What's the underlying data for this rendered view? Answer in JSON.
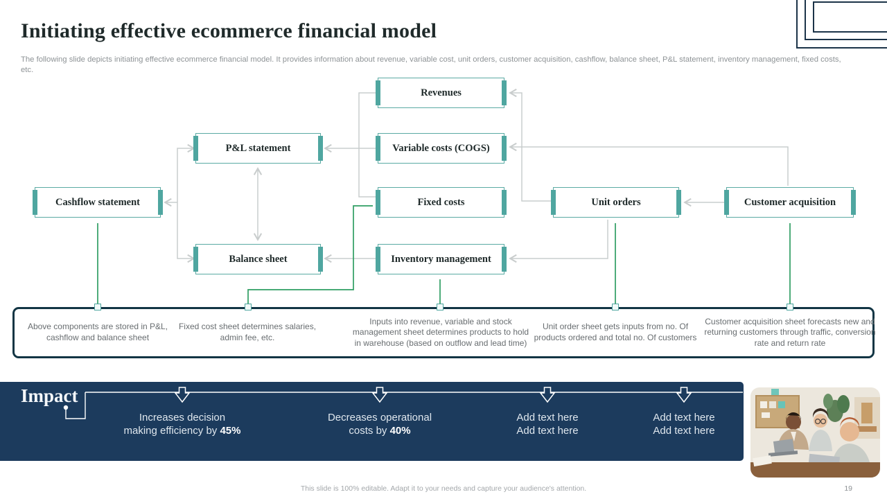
{
  "slide": {
    "title": "Initiating effective ecommerce financial model",
    "subtitle": "The following slide depicts initiating effective ecommerce financial model. It provides information about revenue, variable cost, unit orders, customer acquisition, cashflow, balance sheet, P&L statement, inventory management, fixed costs, etc.",
    "footer_note": "This slide is 100% editable. Adapt it to your needs and capture your audience's attention.",
    "page_number": "19"
  },
  "diagram": {
    "boxes": [
      {
        "id": "revenues",
        "label": "Revenues"
      },
      {
        "id": "variable-costs",
        "label": "Variable costs (COGS)"
      },
      {
        "id": "fixed-costs",
        "label": "Fixed costs"
      },
      {
        "id": "inventory-management",
        "label": "Inventory management"
      },
      {
        "id": "pl-statement",
        "label": "P&L statement"
      },
      {
        "id": "balance-sheet",
        "label": "Balance sheet"
      },
      {
        "id": "cashflow-statement",
        "label": "Cashflow statement"
      },
      {
        "id": "unit-orders",
        "label": "Unit orders"
      },
      {
        "id": "customer-acquisition",
        "label": "Customer acquisition"
      }
    ],
    "notes": [
      "Above components are stored in P&L, cashflow and balance sheet",
      "Fixed cost sheet determines salaries, admin fee, etc.",
      "Inputs into revenue, variable and stock management sheet determines products to hold in warehouse (based on outflow and lead time)",
      "Unit order sheet gets inputs from no. Of products ordered and total no. Of customers",
      "Customer acquisition sheet forecasts new and returning customers through traffic, conversion rate and return rate"
    ]
  },
  "impact": {
    "heading": "Impact",
    "items": [
      {
        "line1": "Increases decision",
        "line2": "making efficiency by ",
        "highlight": "45%"
      },
      {
        "line1": "Decreases operational",
        "line2": "costs by ",
        "highlight": "40%"
      },
      {
        "line1": "Add text here",
        "line2": "Add text here",
        "highlight": ""
      },
      {
        "line1": "Add text here",
        "line2": "Add text here",
        "highlight": ""
      }
    ]
  },
  "colors": {
    "navy": "#1c3b5d",
    "teal": "#4fa6a0",
    "green": "#2f9e63",
    "gray": "#c9cdcd"
  }
}
